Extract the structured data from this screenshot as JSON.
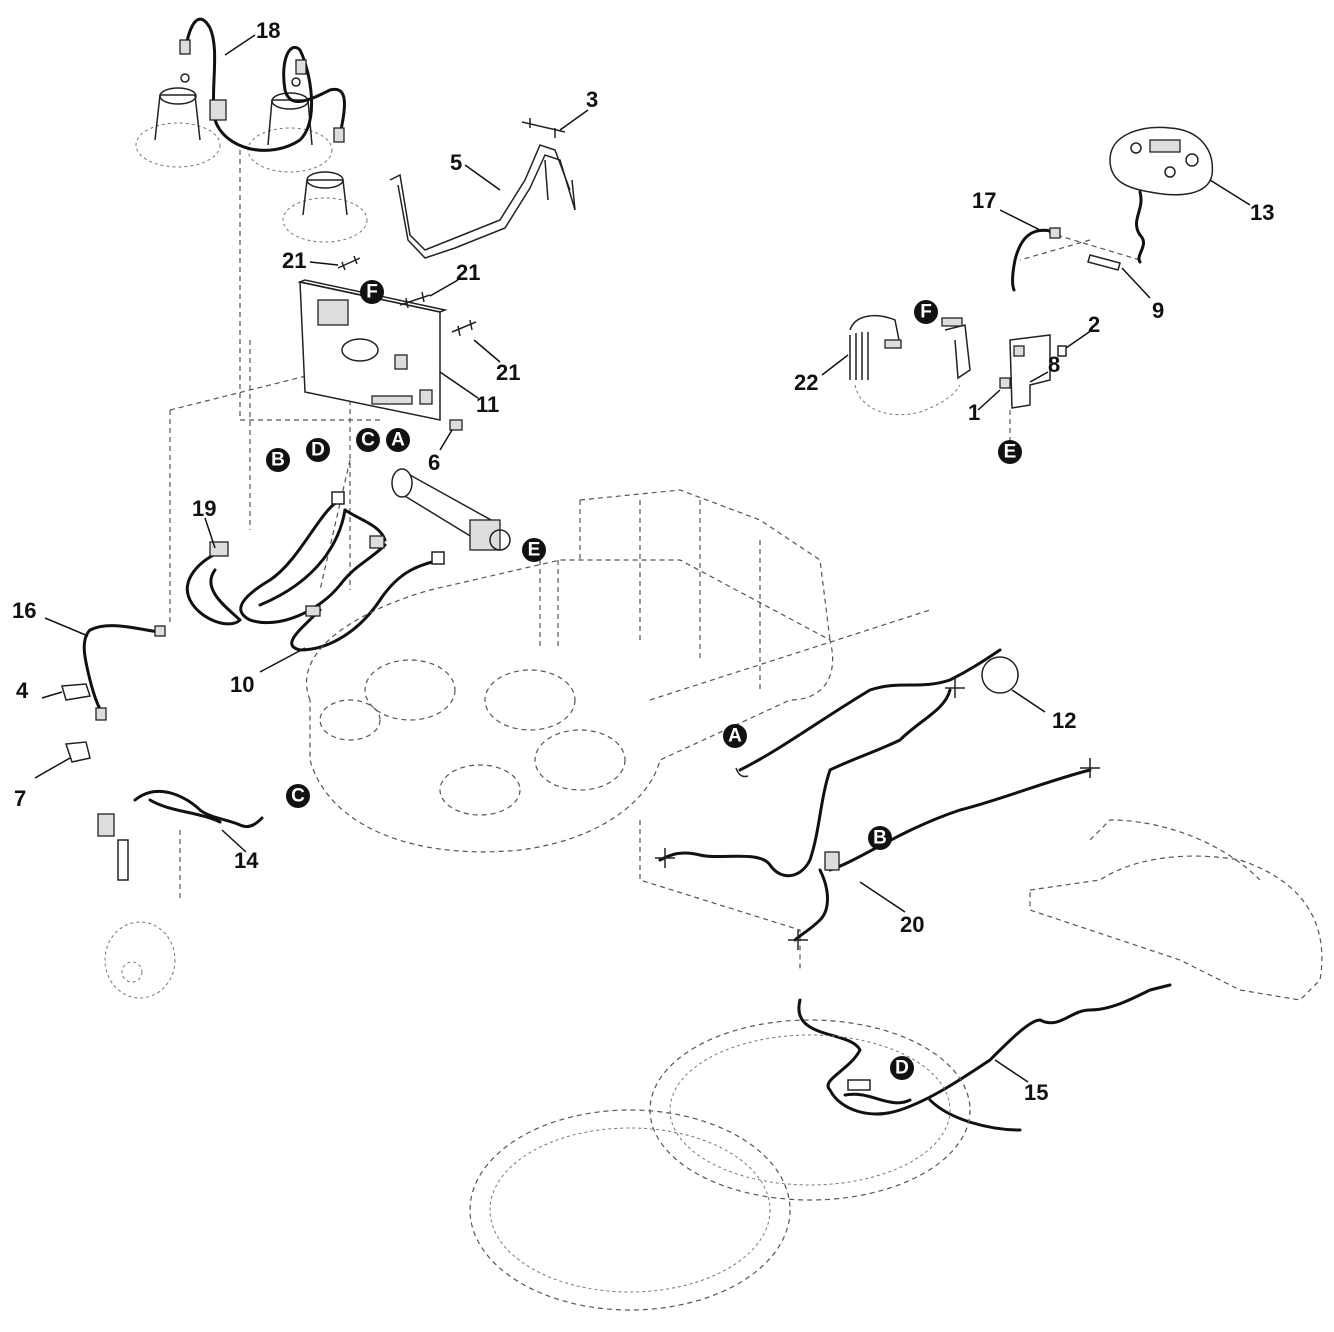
{
  "part_numbers": [
    "1",
    "2",
    "3",
    "4",
    "5",
    "6",
    "7",
    "8",
    "9",
    "10",
    "11",
    "12",
    "13",
    "14",
    "15",
    "16",
    "17",
    "18",
    "19",
    "20",
    "21",
    "21",
    "21",
    "22"
  ],
  "connector_markers": [
    "A",
    "A",
    "B",
    "B",
    "C",
    "C",
    "D",
    "D",
    "E",
    "E",
    "F",
    "F"
  ]
}
